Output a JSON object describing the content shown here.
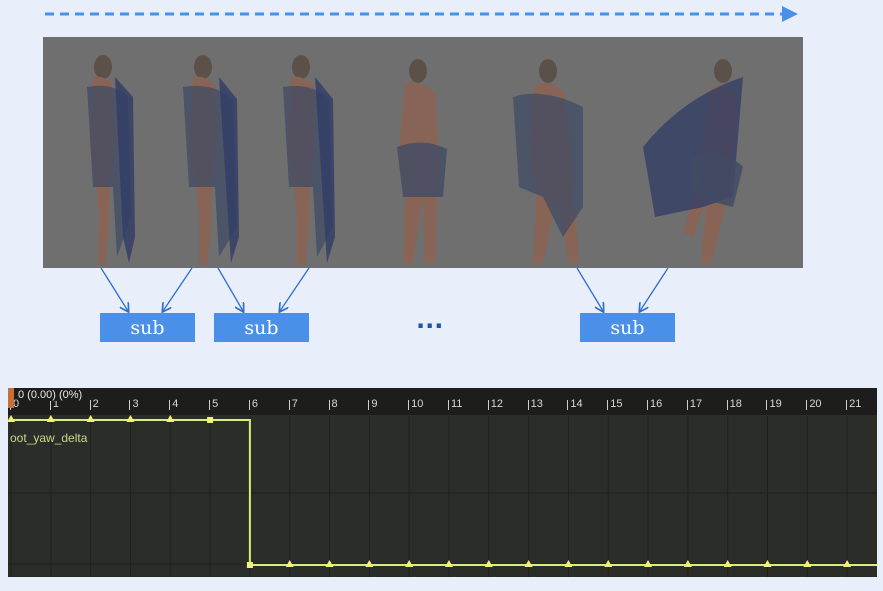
{
  "subs": [
    {
      "label": "sub"
    },
    {
      "label": "sub"
    },
    {
      "label": "sub"
    }
  ],
  "ellipsis": "...",
  "colors": {
    "flow_arrow": "#4a90e8",
    "sub_box": "#4a90e8",
    "panel": "#6f6f6f",
    "curve": "#d7ef7a"
  },
  "curve_editor": {
    "readout": "0 (0.00) (0%)",
    "curve_name": "oot_yaw_delta",
    "frame_labels": [
      "0",
      "1",
      "2",
      "3",
      "4",
      "5",
      "6",
      "7",
      "8",
      "9",
      "10",
      "11",
      "12",
      "13",
      "14",
      "15",
      "16",
      "17",
      "18",
      "19",
      "20",
      "21"
    ]
  },
  "chart_data": {
    "type": "line",
    "x": [
      0,
      1,
      2,
      3,
      4,
      5,
      6,
      7,
      8,
      9,
      10,
      11,
      12,
      13,
      14,
      15,
      16,
      17,
      18,
      19,
      20,
      21
    ],
    "series": [
      {
        "values": [
          1,
          1,
          1,
          1,
          1,
          1,
          0,
          0,
          0,
          0,
          0,
          0,
          0,
          0,
          0,
          0,
          0,
          0,
          0,
          0,
          0,
          0
        ]
      }
    ],
    "xlim": [
      0,
      21.7
    ],
    "interpolation": "step",
    "grid": true
  }
}
